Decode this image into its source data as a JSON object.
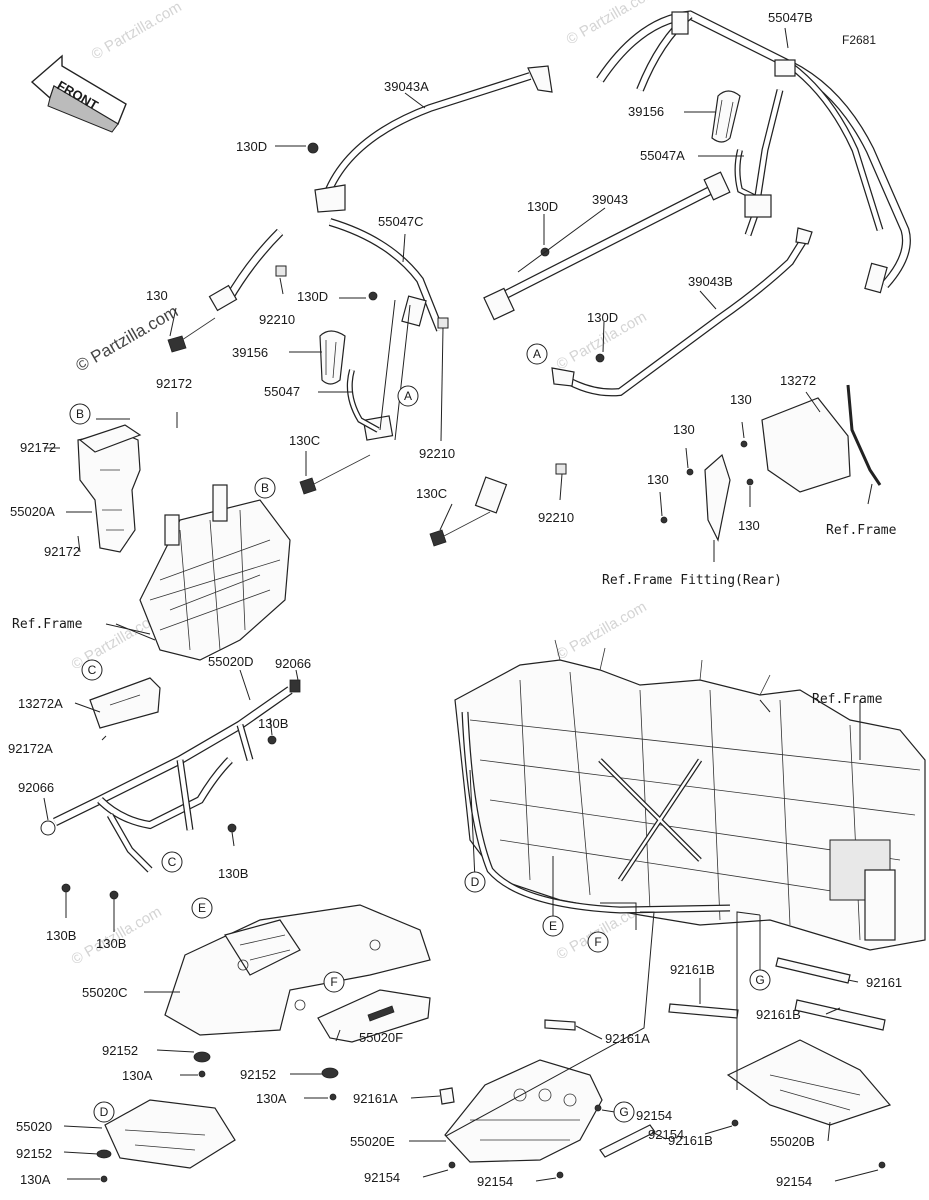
{
  "figure_code": "F2681",
  "front_label": "FRONT",
  "copyright": "© Partzilla.com",
  "watermark": "© Partzilla.com",
  "callouts": [
    "A",
    "B",
    "C",
    "D",
    "E",
    "F",
    "G"
  ],
  "parts": {
    "p55047B": "55047B",
    "p39043A": "39043A",
    "p39156_top": "39156",
    "p55047A": "55047A",
    "p130D_1": "130D",
    "p39043": "39043",
    "p55047C": "55047C",
    "p130D_2": "130D",
    "p130D_3": "130D",
    "p39043B": "39043B",
    "p130D_4": "130D",
    "p130_left": "130",
    "p92210_1": "92210",
    "p39156_mid": "39156",
    "p55047": "55047",
    "p92172_1": "92172",
    "p92172_2": "92172",
    "p92172_3": "92172",
    "p55020A": "55020A",
    "p130C_1": "130C",
    "p92210_2": "92210",
    "p130C_2": "130C",
    "p92210_3": "92210",
    "p13272": "13272",
    "p130_a": "130",
    "p130_b": "130",
    "p130_c": "130",
    "p130_d": "130",
    "p92066_1": "92066",
    "p55020D": "55020D",
    "p13272A": "13272A",
    "p130B_1": "130B",
    "p92172A": "92172A",
    "p92066_2": "92066",
    "p130B_2": "130B",
    "p130B_3": "130B",
    "p130B_4": "130B",
    "p55020C": "55020C",
    "p92152_1": "92152",
    "p130A_1": "130A",
    "p92152_2": "92152",
    "p130A_2": "130A",
    "p55020F": "55020F",
    "p55020": "55020",
    "p92152_3": "92152",
    "p130A_3": "130A",
    "p92161": "92161",
    "p92161B_1": "92161B",
    "p92161B_2": "92161B",
    "p92161A_1": "92161A",
    "p92161A_2": "92161A",
    "p92154_1": "92154",
    "p92154_2": "92154",
    "p55020E": "55020E",
    "p92161B_3": "92161B",
    "p92154_3": "92154",
    "p92154_4": "92154",
    "p55020B": "55020B",
    "p92154_5": "92154"
  },
  "refs": {
    "ref_frame_left": "Ref.Frame",
    "ref_frame_right": "Ref.Frame",
    "ref_frame_lower": "Ref.Frame",
    "ref_frame_fitting": "Ref.Frame Fitting(Rear)"
  }
}
